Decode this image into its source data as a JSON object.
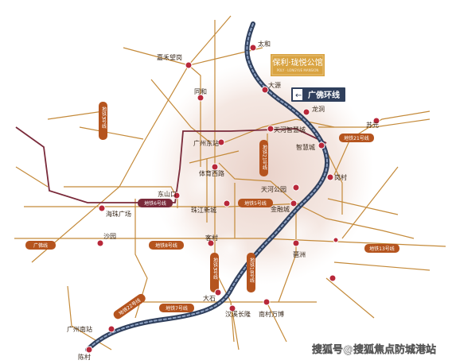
{
  "project_logo": {
    "title": "保利·珑悦公馆",
    "subtitle": "POLY · LONGYUE MANSION"
  },
  "ring_line_label": "广佛环线",
  "watermark": "搜狐号@搜狐焦点防城港站",
  "stations": {
    "taihe": "太和",
    "jiahe_wanggang": "嘉禾望岗",
    "tonghe": "同和",
    "dayuan": "大源",
    "longdong": "龙洞",
    "tianhe_zhihuicheng": "天河智慧城",
    "suyuan": "苏元",
    "zhihuicheng": "智慧城",
    "guangzhou_dongzhan": "广州东站",
    "tiyu_xilu": "体育西路",
    "dongshankou": "东山口",
    "zhujiang_xincheng": "珠江新城",
    "tianhe_gongyuan": "天河公园",
    "kecun": "岗村",
    "haiyin_guangchang": "海珠广场",
    "jinyu_cheng": "金融城",
    "shayuan": "沙园",
    "kecun2": "客村",
    "pazhou": "琶洲",
    "dashi": "大石",
    "hanxi_changlong": "汉溪长隆",
    "nancun_wanbo": "南村万博",
    "guangzhou_nanzhan": "广州南站",
    "chencun": "陈村"
  },
  "line_tags": {
    "line3": "地铁3号线",
    "line6": "地铁6号线",
    "line5": "地铁5号线",
    "line8": "地铁8号线",
    "line21": "地铁21号线",
    "line13": "地铁13号线",
    "guangfo": "广佛线",
    "line4": "地铁4号线",
    "line18": "地铁18号线",
    "line7": "地铁7号线",
    "line22": "地铁22号线"
  },
  "colors": {
    "ring_line": "#2f3f5c",
    "metro_line": "#c48a3a",
    "line6": "#7a2a3a",
    "station": "#b8283a",
    "tag": "#b5541e",
    "glow": "#e8c9c0"
  }
}
